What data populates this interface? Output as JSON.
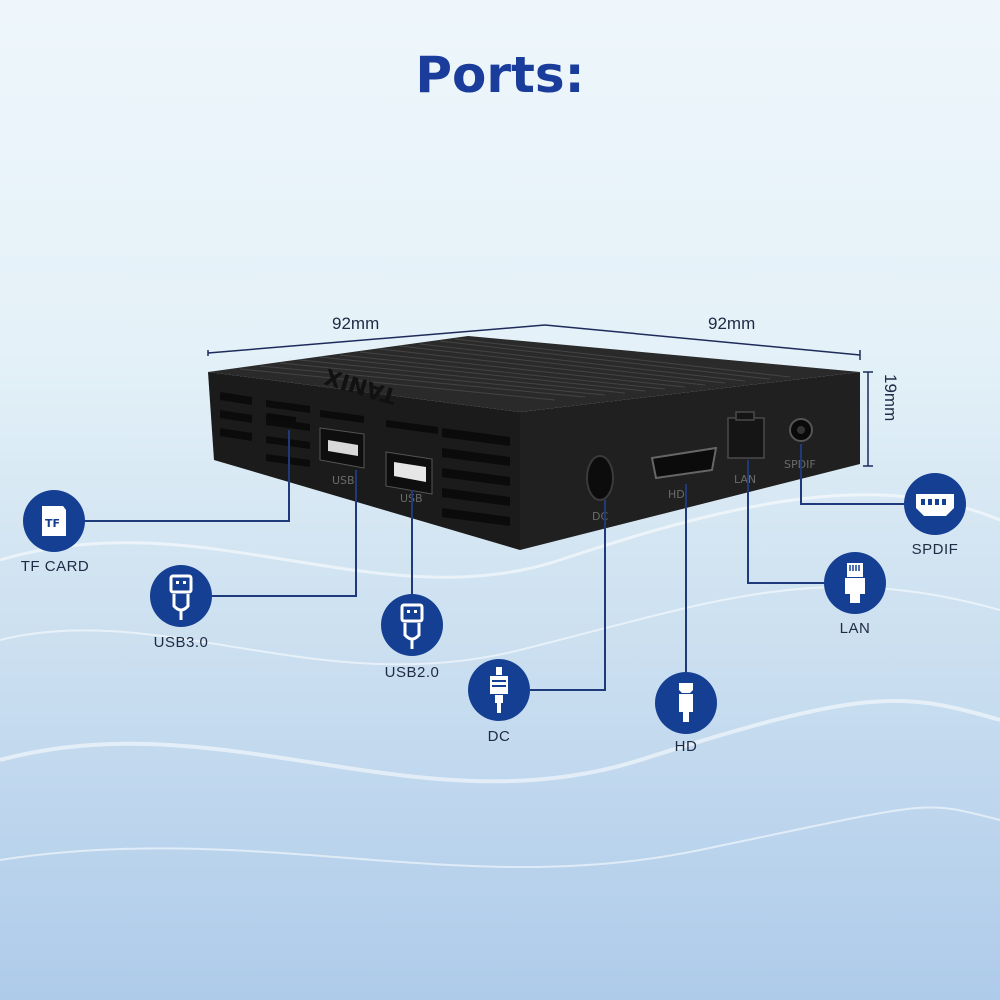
{
  "title": "Ports:",
  "dimensions": {
    "width": "92mm",
    "depth": "92mm",
    "height": "19mm"
  },
  "device": {
    "brand": "TANIX",
    "port_labels": [
      "USB",
      "USB",
      "DC",
      "HD",
      "LAN",
      "SPDIF"
    ]
  },
  "ports": [
    {
      "name": "TF CARD",
      "icon": "tf-card-icon"
    },
    {
      "name": "USB3.0",
      "icon": "usb-plug-icon"
    },
    {
      "name": "USB2.0",
      "icon": "usb-plug-icon"
    },
    {
      "name": "DC",
      "icon": "dc-plug-icon"
    },
    {
      "name": "HD",
      "icon": "hdmi-plug-icon"
    },
    {
      "name": "LAN",
      "icon": "ethernet-plug-icon"
    },
    {
      "name": "SPDIF",
      "icon": "spdif-port-icon"
    }
  ],
  "colors": {
    "title": "#1a3c9a",
    "icon_circle": "#153f92",
    "device": "#1b1b1b",
    "leader_line": "#1f3a7a"
  }
}
